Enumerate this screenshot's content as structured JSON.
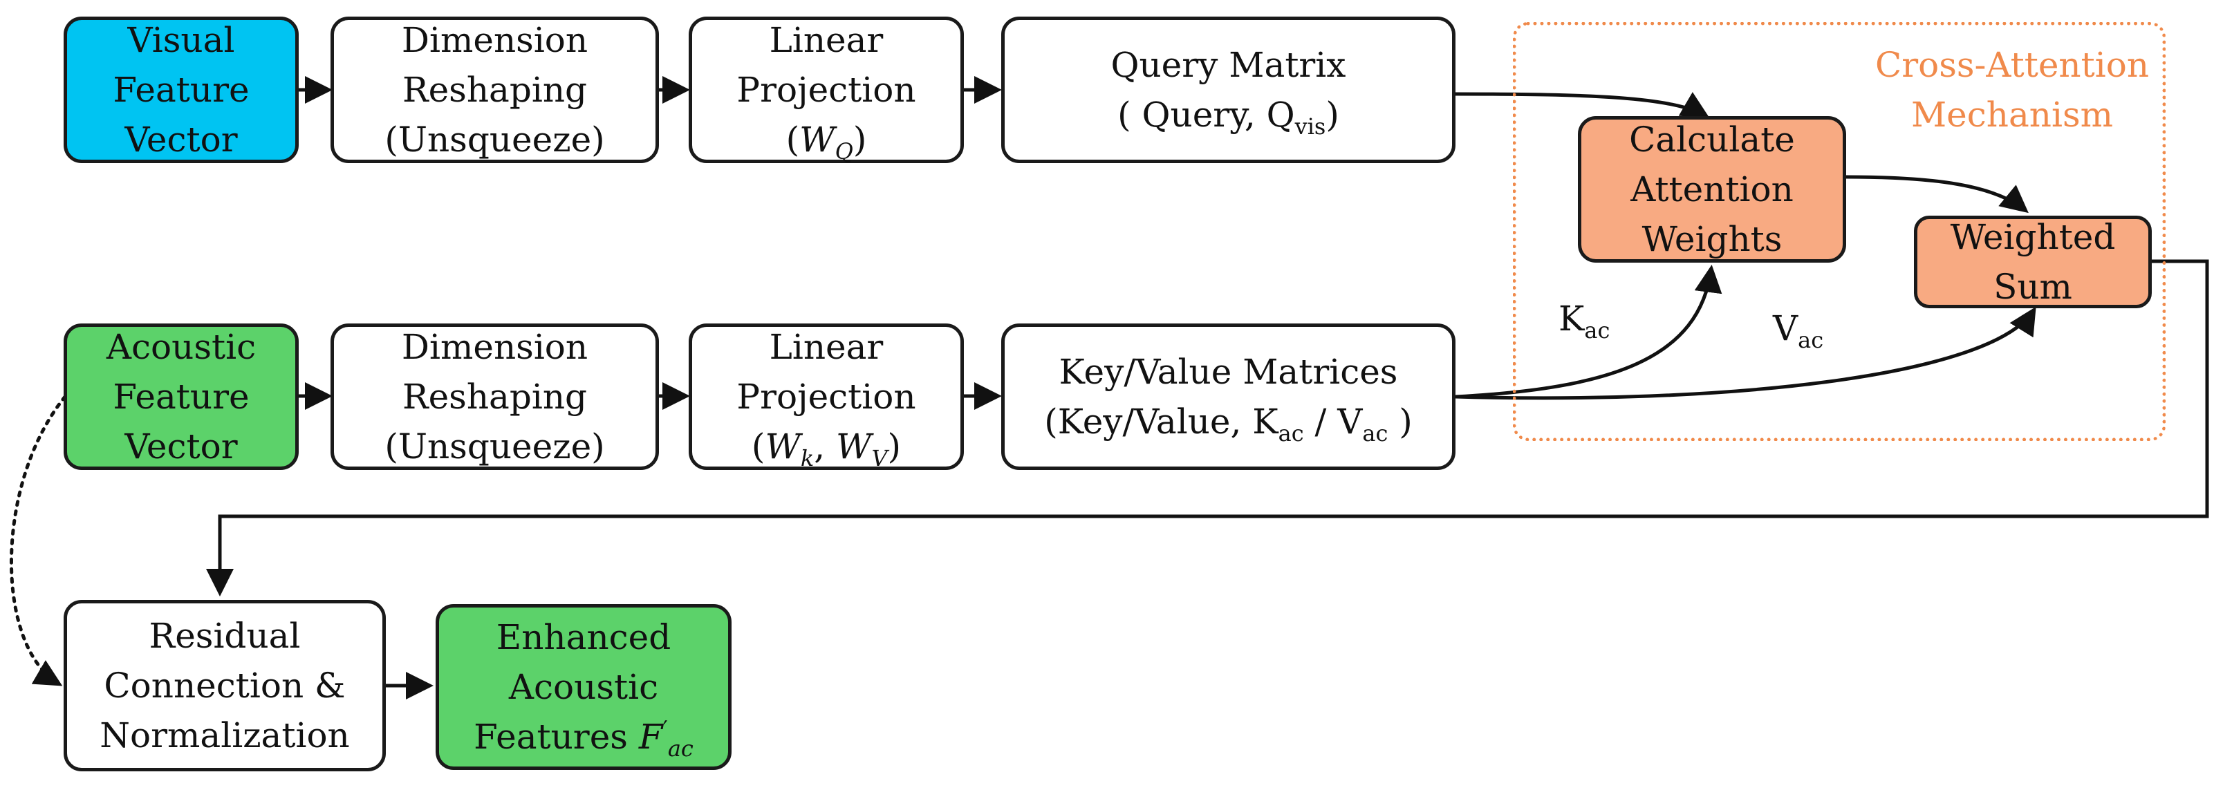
{
  "colors": {
    "visual": "#00c4f2",
    "acoustic": "#5cd26a",
    "attention": "#f8aa82",
    "neutral": "#ffffff",
    "border": "#1a1a1a",
    "group": "#f08a4b"
  },
  "nodes": {
    "visual_feature": {
      "lines": [
        "Visual",
        "Feature",
        "Vector"
      ]
    },
    "visual_reshape": {
      "lines": [
        "Dimension",
        "Reshaping",
        "(Unsqueeze)"
      ]
    },
    "visual_projection": {
      "line1": "Linear",
      "line2": "Projection",
      "weight_open": "(",
      "weight_var": "W",
      "weight_sub": "Q",
      "weight_close": ")"
    },
    "query_matrix": {
      "line1": "Query Matrix",
      "line2_prefix": "( Query, ",
      "q_var": "Q",
      "q_sub": "vis",
      "line2_suffix": ")"
    },
    "acoustic_feature": {
      "lines": [
        "Acoustic",
        "Feature",
        "Vector"
      ]
    },
    "acoustic_reshape": {
      "lines": [
        "Dimension",
        "Reshaping",
        "(Unsqueeze)"
      ]
    },
    "acoustic_projection": {
      "line1": "Linear",
      "line2": "Projection",
      "weight_open": "(",
      "w1_var": "W",
      "w1_sub": "k",
      "sep": ", ",
      "w2_var": "W",
      "w2_sub": "V",
      "weight_close": ")"
    },
    "key_value_matrices": {
      "line1": "Key/Value Matrices",
      "line2_prefix": "(Key/Value,  ",
      "k_var": "K",
      "k_sub": "ac",
      "slash": " / ",
      "v_var": "V",
      "v_sub": "ac",
      "line2_suffix": " )"
    },
    "attention_weights": {
      "lines": [
        "Calculate",
        "Attention",
        "Weights"
      ]
    },
    "weighted_sum": {
      "lines": [
        "Weighted",
        "Sum"
      ]
    },
    "residual": {
      "lines": [
        "Residual",
        "Connection &",
        "Normalization"
      ]
    },
    "enhanced": {
      "line1": "Enhanced",
      "line2": "Acoustic",
      "line3_text": "Features  ",
      "f_var": "F",
      "f_sup": "′",
      "f_sub": "ac"
    }
  },
  "group": {
    "title_line1": "Cross-Attention",
    "title_line2": "Mechanism"
  },
  "edge_labels": {
    "k": {
      "var": "K",
      "sub": "ac"
    },
    "v": {
      "var": "V",
      "sub": "ac"
    }
  }
}
